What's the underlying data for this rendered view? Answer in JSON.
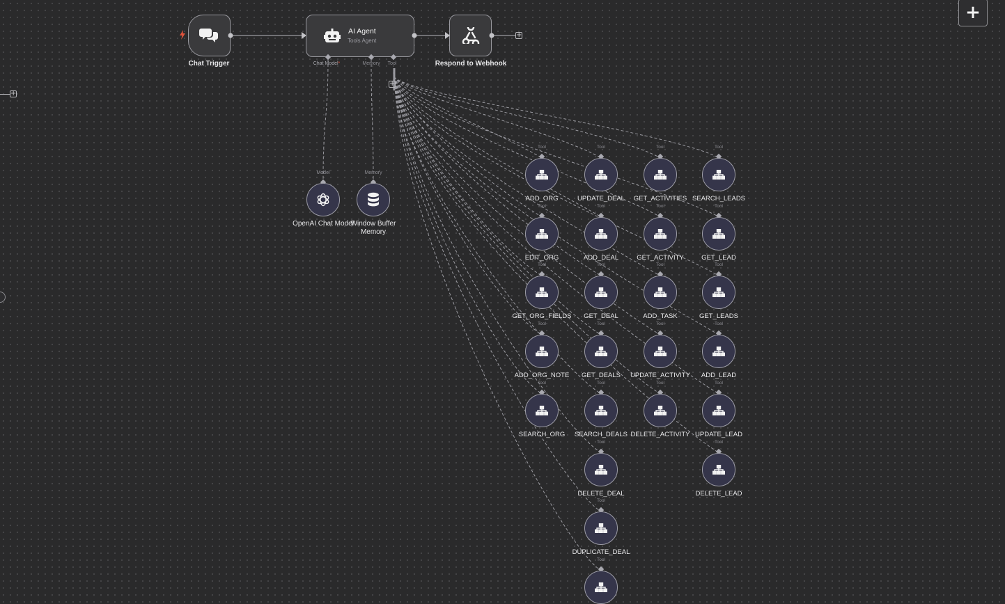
{
  "colors": {
    "canvas_bg": "#2a2a2b",
    "node_fill": "#3a3a3c",
    "tool_fill": "#35354a",
    "connection": "#9a9aa0",
    "trigger_flash": "#e0533c"
  },
  "nodes": {
    "chat_trigger": {
      "label": "Chat Trigger",
      "icon": "chat-bubbles-icon"
    },
    "ai_agent": {
      "name": "AI Agent",
      "subtitle": "Tools Agent",
      "icon": "robot-icon",
      "ports": {
        "chat_model": "Chat Model",
        "required_mark": "*",
        "memory": "Memory",
        "tool": "Tool"
      }
    },
    "respond_webhook": {
      "label": "Respond to Webhook",
      "icon": "webhook-icon"
    },
    "openai_model": {
      "label": "OpenAI Chat Model",
      "port_label": "Model",
      "icon": "openai-icon"
    },
    "window_memory": {
      "label_line1": "Window Buffer",
      "label_line2": "Memory",
      "port_label": "Memory",
      "icon": "database-icon"
    }
  },
  "tool_port_label": "Tool",
  "tool_columns": [
    [
      "ADD_ORG",
      "EDIT_ORG",
      "GET_ORG_FIELDS",
      "ADD_ORG_NOTE",
      "SEARCH_ORG"
    ],
    [
      "UPDATE_DEAL",
      "ADD_DEAL",
      "GET_DEAL",
      "GET_DEALS",
      "SEARCH_DEALS",
      "DELETE_DEAL",
      "DUPLICATE_DEAL",
      ""
    ],
    [
      "GET_ACTIVITIES",
      "GET_ACTIVITY",
      "ADD_TASK",
      "UPDATE_ACTIVITY",
      "DELETE_ACTIVITY"
    ],
    [
      "SEARCH_LEADS",
      "GET_LEAD",
      "GET_LEADS",
      "ADD_LEAD",
      "UPDATE_LEAD",
      "DELETE_LEAD"
    ]
  ],
  "toolbar": {
    "add_node_symbol": "+"
  }
}
